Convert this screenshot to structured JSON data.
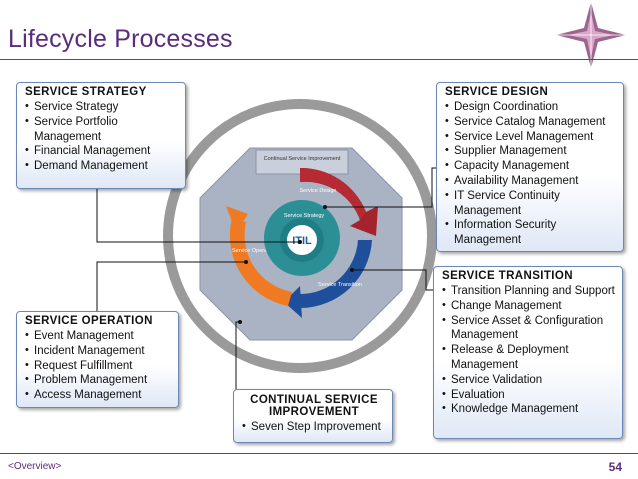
{
  "slide": {
    "title": "Lifecycle Processes",
    "footer_left": "<Overview>",
    "page_number": "54"
  },
  "wheel": {
    "center": "ITIL",
    "segments": {
      "csi": "Continual Service Improvement",
      "design": "Service Design",
      "strategy": "Service Strategy",
      "transition": "Service Transition",
      "operation": "Service Operation"
    }
  },
  "boxes": {
    "strategy": {
      "heading": "SERVICE STRATEGY",
      "items": [
        "Service Strategy",
        "Service Portfolio Management",
        "Financial Management",
        "Demand Management"
      ]
    },
    "design": {
      "heading": "SERVICE DESIGN",
      "items": [
        "Design Coordination",
        "Service Catalog Management",
        "Service Level Management",
        "Supplier Management",
        "Capacity Management",
        "Availability Management",
        "IT Service Continuity Management",
        "Information Security Management"
      ]
    },
    "transition": {
      "heading": "SERVICE TRANSITION",
      "items": [
        "Transition Planning and Support",
        "Change Management",
        "Service Asset & Configuration Management",
        "Release & Deployment Management",
        "Service Validation",
        "Evaluation",
        "Knowledge Management"
      ]
    },
    "operation": {
      "heading": "SERVICE OPERATION",
      "items": [
        "Event Management",
        "Incident Management",
        "Request Fulfillment",
        "Problem Management",
        "Access Management"
      ]
    },
    "csi": {
      "heading_line1": "CONTINUAL SERVICE",
      "heading_line2": "IMPROVEMENT",
      "items": [
        "Seven Step Improvement"
      ]
    }
  }
}
